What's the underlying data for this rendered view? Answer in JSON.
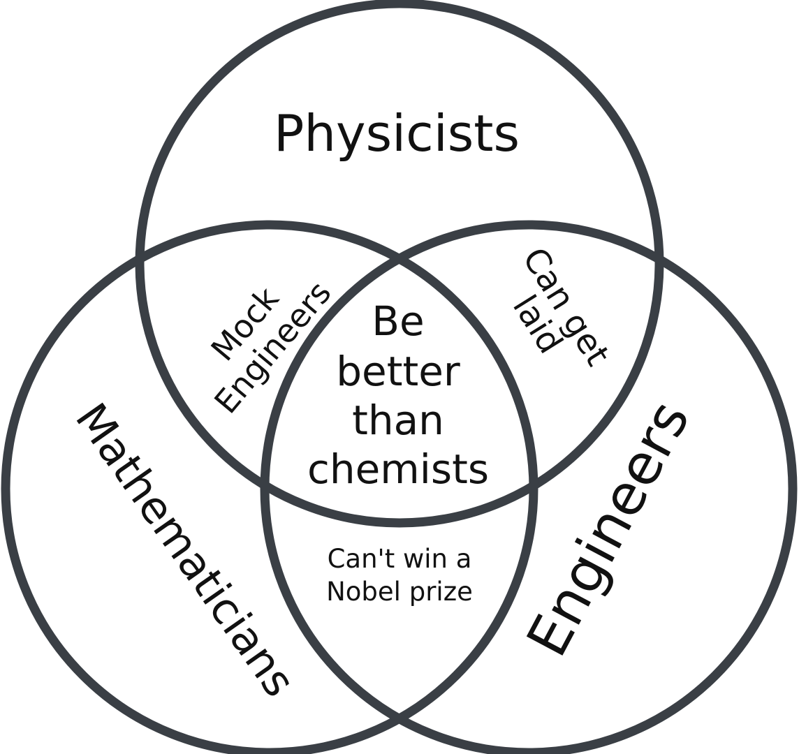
{
  "sets": {
    "physicists": "Physicists",
    "mathematicians": "Mathematicians",
    "engineers": "Engineers"
  },
  "overlaps": {
    "physicists_mathematicians": [
      "Mock",
      "Engineers"
    ],
    "physicists_engineers": [
      "Can get",
      "laid"
    ],
    "mathematicians_engineers": [
      "Can't win a",
      "Nobel prize"
    ],
    "all_three": [
      "Be",
      "better",
      "than",
      "chemists"
    ]
  },
  "colors": {
    "outline": "#3a3f45",
    "text": "#111111",
    "background": "#ffffff"
  }
}
